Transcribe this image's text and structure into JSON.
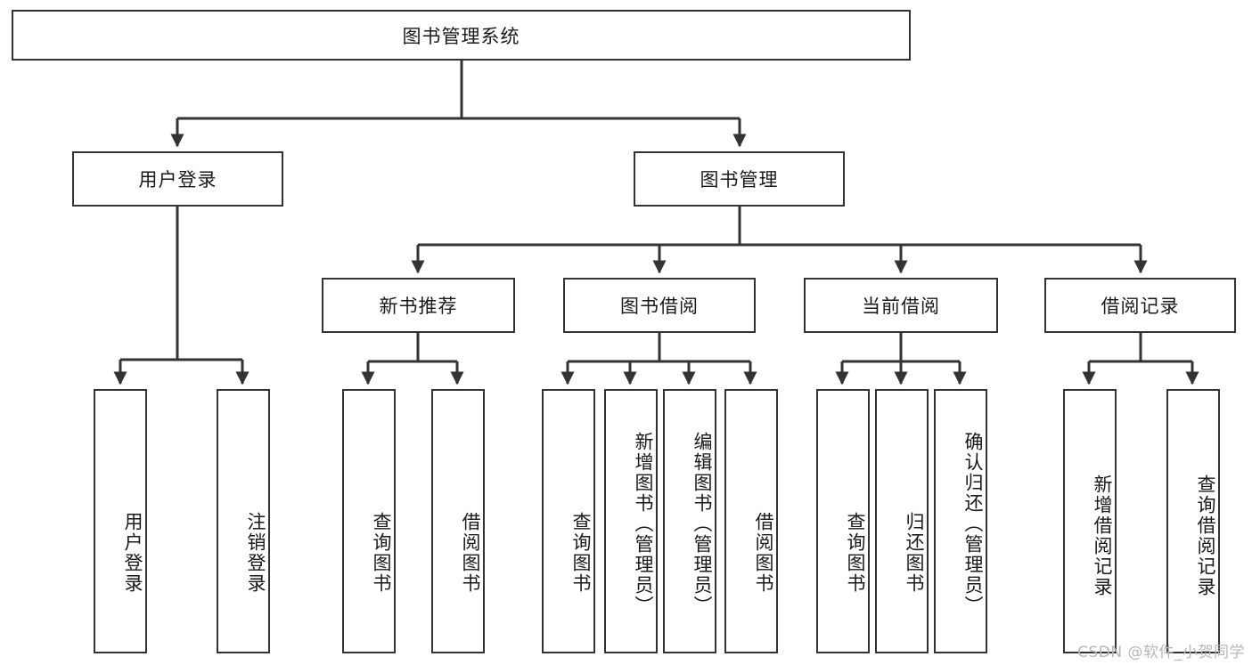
{
  "diagram": {
    "title": "图书管理系统",
    "watermark": "CSDN @软件_小贺同学",
    "colors": {
      "box_border": "#333333",
      "box_fill": "#ffffff",
      "edge": "#333333",
      "text": "#1a1a1a",
      "watermark": "#b8b8b8"
    },
    "root": {
      "label": "图书管理系统"
    },
    "level2": [
      {
        "label": "用户登录"
      },
      {
        "label": "图书管理"
      }
    ],
    "level3": [
      {
        "label": "新书推荐"
      },
      {
        "label": "图书借阅"
      },
      {
        "label": "当前借阅"
      },
      {
        "label": "借阅记录"
      }
    ],
    "leaves": {
      "user_login": [
        {
          "label": "用户登录"
        },
        {
          "label": "注销登录"
        }
      ],
      "new_book": [
        {
          "label": "查询图书"
        },
        {
          "label": "借阅图书"
        }
      ],
      "book_borrow": [
        {
          "label": "查询图书"
        },
        {
          "label": "新增图书（管理员）"
        },
        {
          "label": "编辑图书（管理员）"
        },
        {
          "label": "借阅图书"
        }
      ],
      "current_borrow": [
        {
          "label": "查询图书"
        },
        {
          "label": "归还图书"
        },
        {
          "label": "确认归还（管理员）"
        }
      ],
      "borrow_record": [
        {
          "label": "新增借阅记录"
        },
        {
          "label": "查询借阅记录"
        }
      ]
    }
  }
}
